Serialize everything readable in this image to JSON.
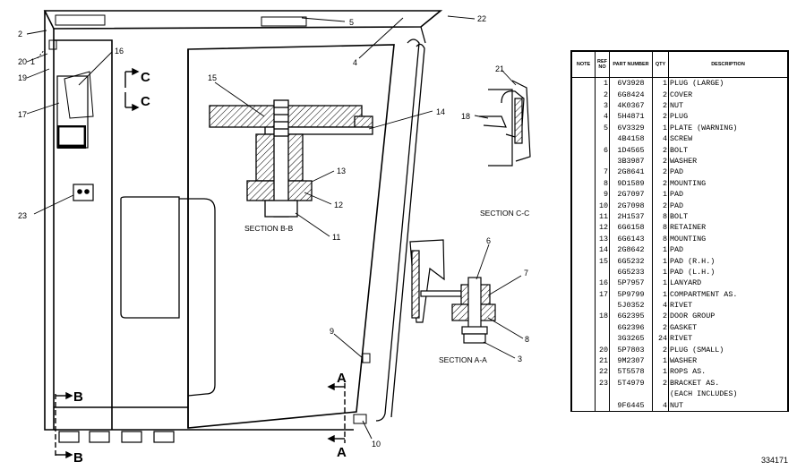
{
  "callouts": [
    "1",
    "2",
    "3",
    "4",
    "5",
    "6",
    "7",
    "8",
    "9",
    "10",
    "11",
    "12",
    "13",
    "14",
    "15",
    "16",
    "17",
    "18",
    "19",
    "20",
    "21",
    "22",
    "23"
  ],
  "sections": {
    "bb": "SECTION B-B",
    "cc": "SECTION C-C",
    "aa": "SECTION A-A"
  },
  "markers": {
    "a": "A",
    "b": "B",
    "c": "C"
  },
  "parts_table": {
    "headers": [
      "NOTE",
      "REF NO",
      "PART NUMBER",
      "QTY",
      "DESCRIPTION"
    ],
    "rows": [
      [
        "",
        "1",
        "6V3928",
        "1",
        "PLUG (LARGE)"
      ],
      [
        "",
        "2",
        "6G8424",
        "2",
        "COVER"
      ],
      [
        "",
        "3",
        "4K0367",
        "2",
        "NUT"
      ],
      [
        "",
        "4",
        "5H4871",
        "2",
        "PLUG"
      ],
      [
        "",
        "5",
        "6V3329",
        "1",
        "PLATE (WARNING)"
      ],
      [
        "",
        "",
        "4B4158",
        "4",
        "SCREW"
      ],
      [
        "",
        "6",
        "1D4565",
        "2",
        "BOLT"
      ],
      [
        "",
        "",
        "3B3987",
        "2",
        "WASHER"
      ],
      [
        "",
        "7",
        "2G8641",
        "2",
        "PAD"
      ],
      [
        "",
        "8",
        "9D1589",
        "2",
        "MOUNTING"
      ],
      [
        "",
        "9",
        "2G7097",
        "1",
        "PAD"
      ],
      [
        "",
        "10",
        "2G7098",
        "2",
        "PAD"
      ],
      [
        "",
        "11",
        "2H1537",
        "8",
        "BOLT"
      ],
      [
        "",
        "12",
        "6G6158",
        "8",
        "RETAINER"
      ],
      [
        "",
        "13",
        "6G6143",
        "8",
        "MOUNTING"
      ],
      [
        "",
        "14",
        "2G8642",
        "1",
        "PAD"
      ],
      [
        "",
        "15",
        "6G5232",
        "1",
        "PAD (R.H.)"
      ],
      [
        "",
        "",
        "6G5233",
        "1",
        "PAD (L.H.)"
      ],
      [
        "",
        "16",
        "5P7957",
        "1",
        "LANYARD"
      ],
      [
        "",
        "17",
        "5P9799",
        "1",
        "COMPARTMENT AS."
      ],
      [
        "",
        "",
        "5J0352",
        "4",
        "RIVET"
      ],
      [
        "",
        "18",
        "6G2395",
        "2",
        "DOOR GROUP"
      ],
      [
        "",
        "",
        "6G2396",
        "2",
        "GASKET"
      ],
      [
        "",
        "",
        "3G3265",
        "24",
        "RIVET"
      ],
      [
        "",
        "20",
        "5P7803",
        "2",
        "PLUG (SMALL)"
      ],
      [
        "",
        "21",
        "9M2307",
        "1",
        "WASHER"
      ],
      [
        "",
        "22",
        "5T5578",
        "1",
        "ROPS AS."
      ],
      [
        "",
        "23",
        "5T4979",
        "2",
        "BRACKET AS."
      ],
      [
        "",
        "",
        "",
        "",
        "(EACH INCLUDES)"
      ],
      [
        "",
        "",
        "9F6445",
        "4",
        "NUT"
      ]
    ]
  },
  "figure_number": "334171"
}
